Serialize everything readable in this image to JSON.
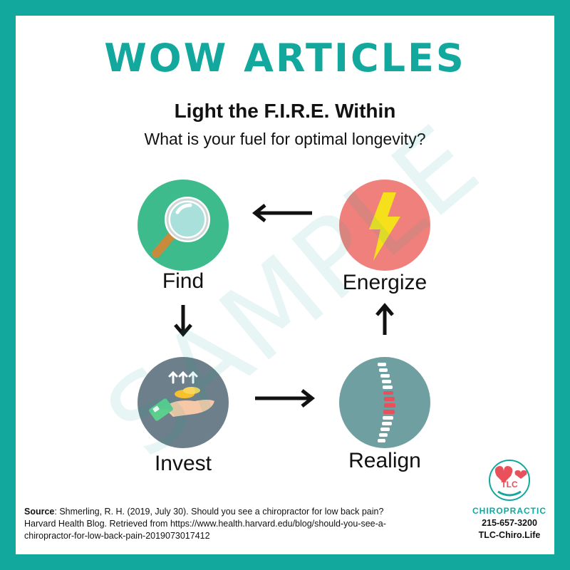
{
  "header": {
    "title": "WOW ARTICLES",
    "subtitle": "Light the F.I.R.E. Within",
    "question": "What is your fuel for optimal longevity?"
  },
  "watermark": "SAMPLE",
  "steps": [
    {
      "label": "Find",
      "icon": "magnifying-glass-icon",
      "color": "#3dbb8c"
    },
    {
      "label": "Energize",
      "icon": "lightning-bolt-icon",
      "color": "#f0807c"
    },
    {
      "label": "Invest",
      "icon": "hand-with-coins-icon",
      "color": "#6d7f8a"
    },
    {
      "label": "Realign",
      "icon": "spine-icon",
      "color": "#6f9fa1"
    }
  ],
  "source": {
    "label": "Source",
    "text": ": Shmerling, R. H. (2019, July 30). Should you see a chiropractor for low back pain? Harvard Health Blog. Retrieved from https://www.health.harvard.edu/blog/should-you-see-a-chiropractor-for-low-back-pain-2019073017412"
  },
  "logo": {
    "initials": "TLC",
    "word": "CHIROPRACTIC",
    "phone": "215-657-3200",
    "site": "TLC-Chiro.Life"
  },
  "colors": {
    "brand": "#13a89e",
    "find": "#3dbb8c",
    "energize": "#f0807c",
    "invest": "#6d7f8a",
    "realign": "#6f9fa1"
  }
}
